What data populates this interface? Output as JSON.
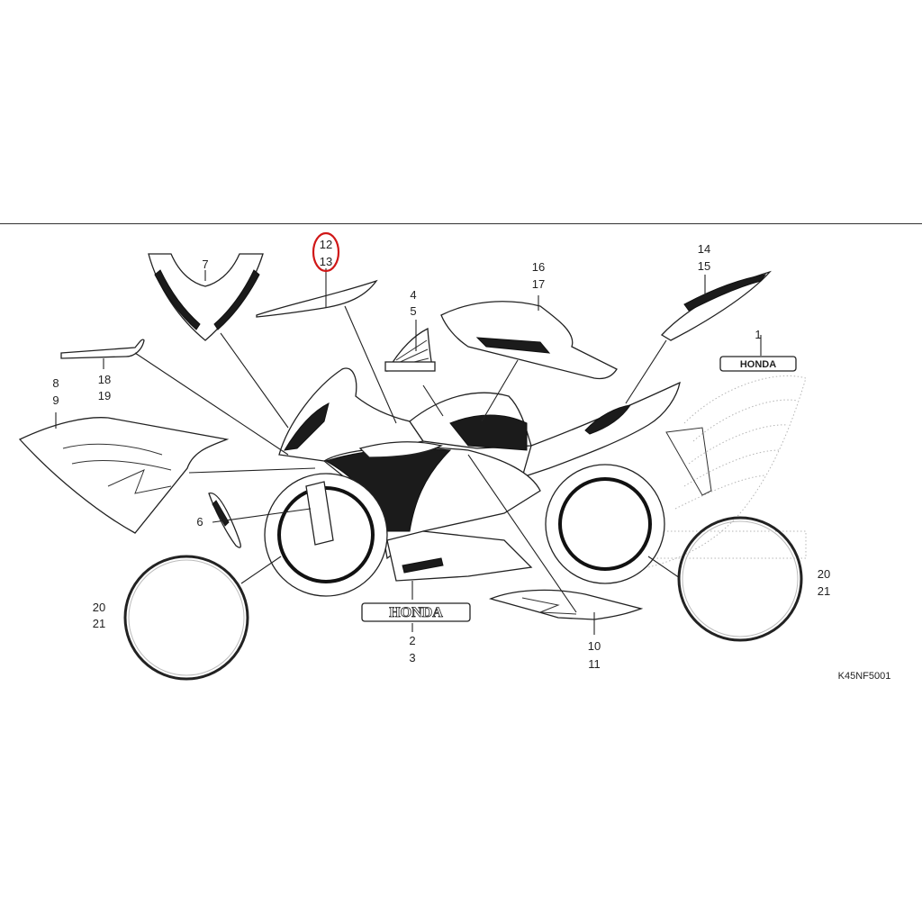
{
  "diagram": {
    "drawing_code": "K45NF5001",
    "brand_text": "HONDA",
    "highlight_color": "#d01818",
    "highlighted_callout": "12-13",
    "callouts": [
      {
        "id": "c1",
        "numbers": [
          "1"
        ]
      },
      {
        "id": "c2-3",
        "numbers": [
          "2",
          "3"
        ]
      },
      {
        "id": "c4-5",
        "numbers": [
          "4",
          "5"
        ]
      },
      {
        "id": "c6",
        "numbers": [
          "6"
        ]
      },
      {
        "id": "c7",
        "numbers": [
          "7"
        ]
      },
      {
        "id": "c8-9",
        "numbers": [
          "8",
          "9"
        ]
      },
      {
        "id": "c10-11",
        "numbers": [
          "10",
          "11"
        ]
      },
      {
        "id": "c12-13",
        "numbers": [
          "12",
          "13"
        ]
      },
      {
        "id": "c14-15",
        "numbers": [
          "14",
          "15"
        ]
      },
      {
        "id": "c16-17",
        "numbers": [
          "16",
          "17"
        ]
      },
      {
        "id": "c18-19",
        "numbers": [
          "18",
          "19"
        ]
      },
      {
        "id": "c20-21-left",
        "numbers": [
          "20",
          "21"
        ]
      },
      {
        "id": "c20-21-right",
        "numbers": [
          "20",
          "21"
        ]
      }
    ]
  }
}
